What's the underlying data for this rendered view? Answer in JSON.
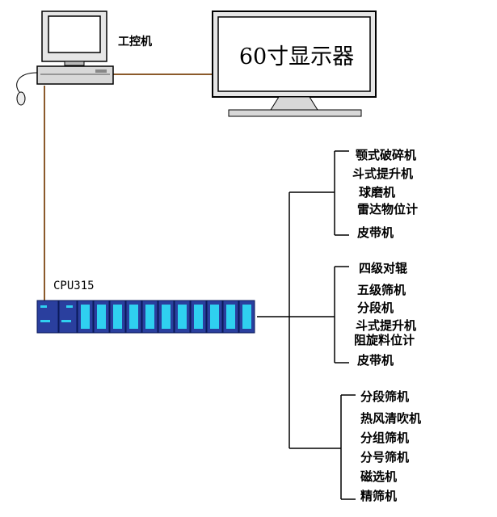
{
  "pc": {
    "label": "工控机"
  },
  "monitor": {
    "label": "60寸显示器"
  },
  "plc": {
    "label": "CPU315"
  },
  "groups": [
    {
      "items": [
        "颚式破碎机",
        "斗式提升机",
        "球磨机",
        "雷达物位计",
        "皮带机"
      ]
    },
    {
      "items": [
        "四级对辊",
        "五级筛机",
        "分段机",
        "斗式提升机",
        "阻旋料位计",
        "皮带机"
      ]
    },
    {
      "items": [
        "分段筛机",
        "热风清吹机",
        "分组筛机",
        "分号筛机",
        "磁选机",
        "精筛机"
      ]
    }
  ],
  "colors": {
    "cable": "#8b5a2b",
    "plc_body": "#2a3f9e",
    "plc_slot": "#2fd0f0"
  }
}
